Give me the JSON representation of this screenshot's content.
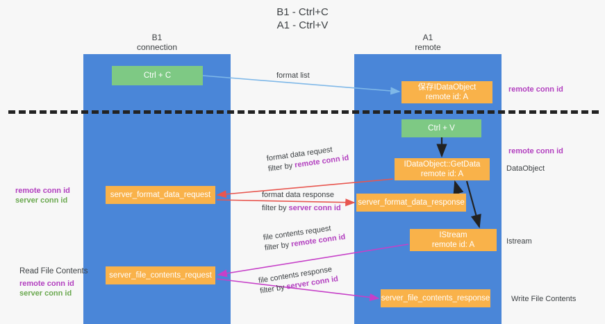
{
  "title": {
    "line1": "B1 - Ctrl+C",
    "line2": "A1 - Ctrl+V"
  },
  "lanes": [
    {
      "id": "b1",
      "name": "B1",
      "role": "connection",
      "color": "#4a86d8"
    },
    {
      "id": "a1",
      "name": "A1",
      "role": "remote",
      "color": "#4a86d8"
    }
  ],
  "nodes": {
    "ctrl_c": {
      "label": "Ctrl + C",
      "color": "#7ec984"
    },
    "store_idataobject": {
      "line1": "保存IDataObject",
      "line2": "remote id: A",
      "color": "#f9b24a"
    },
    "ctrl_v": {
      "label": "Ctrl + V",
      "color": "#7ec984"
    },
    "getdata": {
      "line1": "IDataObject::GetData",
      "line2": "remote id: A",
      "color": "#f9b24a"
    },
    "server_format_data_request": {
      "label": "server_format_data_request",
      "color": "#f9b24a"
    },
    "server_format_data_response": {
      "label": "server_format_data_response",
      "color": "#f9b24a"
    },
    "istream": {
      "line1": "IStream",
      "line2": "remote id: A",
      "color": "#f9b24a"
    },
    "server_file_contents_request": {
      "label": "server_file_contents_request",
      "color": "#f9b24a"
    },
    "server_file_contents_response": {
      "label": "server_file_contents_response",
      "color": "#f9b24a"
    }
  },
  "edges": {
    "format_list": {
      "label": "format list",
      "color": "#7fb8e8"
    },
    "format_data_request": {
      "label": "format data request",
      "filter_prefix": "filter by ",
      "filter_key": "remote conn id",
      "color": "#e8564f"
    },
    "format_data_response": {
      "label": "format data response",
      "filter_prefix": "filter by ",
      "filter_key": "server conn id",
      "color": "#e8564f"
    },
    "file_contents_request": {
      "label": "file contents request",
      "filter_prefix": "filter by ",
      "filter_key": "remote conn id",
      "color": "#c640c8"
    },
    "file_contents_response": {
      "label": "file contents response",
      "filter_prefix": "filter by ",
      "filter_key": "server conn id",
      "color": "#c640c8"
    }
  },
  "annotations": {
    "remote_conn_id_top": "remote conn id",
    "remote_conn_id_mid": "remote conn id",
    "dataobject": "DataObject",
    "istream": "Istream",
    "write_file_contents": "Write File Contents",
    "read_file_contents": "Read File Contents",
    "left_remote_conn_id": "remote conn id",
    "left_server_conn_id": "server conn id",
    "left_remote_conn_id_2": "remote conn id",
    "left_server_conn_id_2": "server conn id"
  },
  "colors": {
    "lane": "#4a86d8",
    "green_node": "#7ec984",
    "orange_node": "#f9b24a",
    "purple_text": "#b23fbf",
    "green_text": "#6aa84f",
    "red_arrow": "#e8564f",
    "magenta_arrow": "#c640c8",
    "blue_arrow": "#7fb8e8",
    "background": "#f7f7f7",
    "separator": "#222222"
  }
}
